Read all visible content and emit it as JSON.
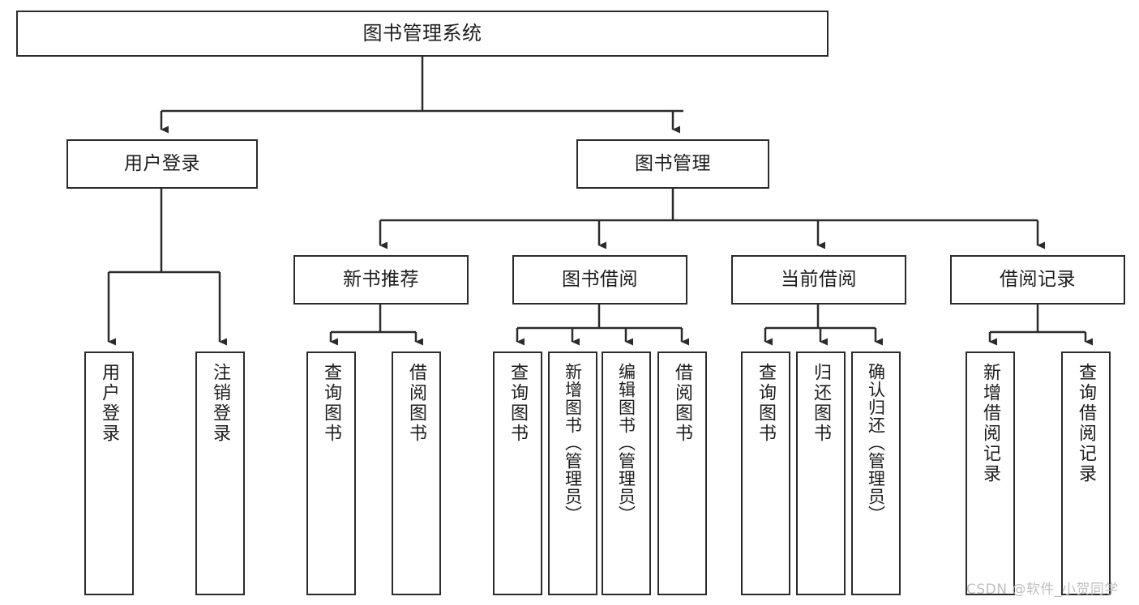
{
  "diagram": {
    "title": "图书管理系统",
    "type": "tree-hierarchy",
    "stroke_color": "#2b2b2b",
    "fill_color": "#ffffff",
    "text_color": "#1d1d1d"
  },
  "nodes": {
    "root": {
      "label": "图书管理系统"
    },
    "level2": [
      {
        "label": "用户登录"
      },
      {
        "label": "图书管理"
      }
    ],
    "level3": [
      {
        "label": "新书推荐"
      },
      {
        "label": "图书借阅"
      },
      {
        "label": "当前借阅"
      },
      {
        "label": "借阅记录"
      }
    ],
    "leaves": {
      "user_login": [
        {
          "label": "用户登录"
        },
        {
          "label": "注销登录"
        }
      ],
      "new_book_recommend": [
        {
          "label": "查询图书"
        },
        {
          "label": "借阅图书"
        }
      ],
      "book_borrow": [
        {
          "label": "查询图书"
        },
        {
          "label": "新增图书（管理员）"
        },
        {
          "label": "编辑图书（管理员）"
        },
        {
          "label": "借阅图书"
        }
      ],
      "current_borrow": [
        {
          "label": "查询图书"
        },
        {
          "label": "归还图书"
        },
        {
          "label": "确认归还（管理员）"
        }
      ],
      "borrow_record": [
        {
          "label": "新增借阅记录"
        },
        {
          "label": "查询借阅记录"
        }
      ]
    }
  },
  "watermark": {
    "text": "CSDN @软件_小贺同学"
  }
}
